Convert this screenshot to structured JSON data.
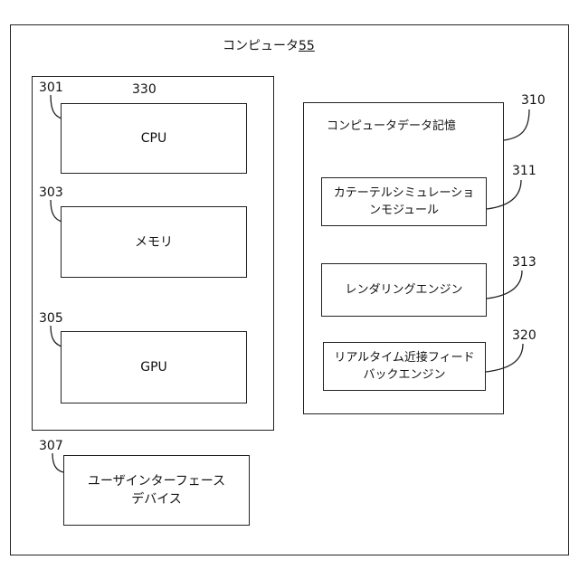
{
  "computer": {
    "title_prefix": "コンピュータ",
    "title_number": "55"
  },
  "refs": {
    "r301": "301",
    "r330": "330",
    "r303": "303",
    "r305": "305",
    "r307": "307",
    "r310": "310",
    "r311": "311",
    "r313": "313",
    "r320": "320"
  },
  "boxes": {
    "cpu": "CPU",
    "memory": "メモリ",
    "gpu": "GPU",
    "user_interface_line1": "ユーザインターフェース",
    "user_interface_line2": "デバイス",
    "data_storage": "コンピュータデータ記憶",
    "catheter_line1": "カテーテルシミュレーショ",
    "catheter_line2": "ンモジュール",
    "rendering": "レンダリングエンジン",
    "feedback_line1": "リアルタイム近接フィード",
    "feedback_line2": "バックエンジン"
  }
}
